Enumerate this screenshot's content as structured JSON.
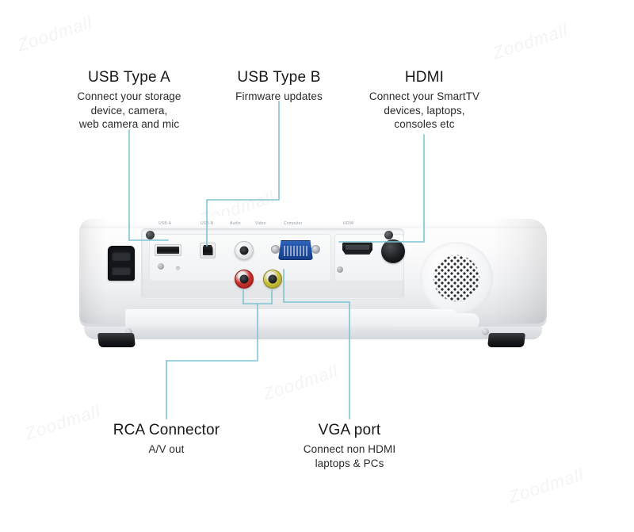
{
  "diagram": {
    "subject": "projector-rear-panel",
    "line_color": "#7ec4d4",
    "callouts": [
      {
        "id": "usb-type-a",
        "title": "USB Type A",
        "desc": [
          "Connect your storage",
          "device, camera,",
          "web camera and mic"
        ]
      },
      {
        "id": "usb-type-b",
        "title": "USB Type B",
        "desc": [
          "Firmware updates"
        ]
      },
      {
        "id": "hdmi",
        "title": "HDMI",
        "desc": [
          "Connect your SmartTV",
          "devices, laptops,",
          "consoles etc"
        ]
      },
      {
        "id": "rca-connector",
        "title": "RCA Connector",
        "desc": [
          "A/V out"
        ]
      },
      {
        "id": "vga-port",
        "title": "VGA port",
        "desc": [
          "Connect non HDMI",
          "laptops & PCs"
        ]
      }
    ],
    "panel_silk_labels": [
      "USB-A",
      "USB-B",
      "Audio",
      "Video",
      "Computer",
      "HDMI"
    ],
    "watermarks": [
      "Zoodmall",
      "Zoodmall",
      "Zoodmall",
      "Zoodmall",
      "Zoodmall",
      "Zoodmall"
    ]
  }
}
